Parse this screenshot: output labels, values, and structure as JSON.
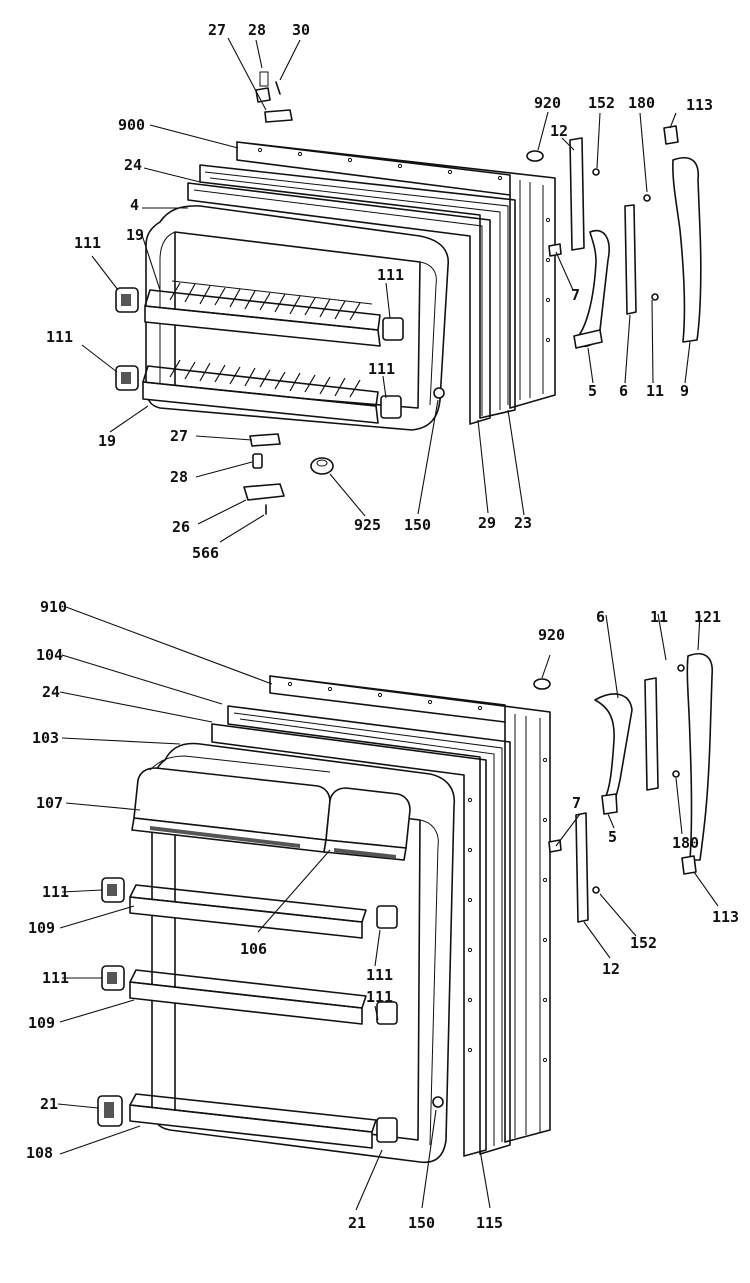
{
  "upper_door": {
    "labels": [
      "27",
      "28",
      "30",
      "900",
      "920",
      "152",
      "180",
      "113",
      "12",
      "24",
      "4",
      "111",
      "19",
      "111",
      "111",
      "111",
      "7",
      "5",
      "6",
      "11",
      "9",
      "19",
      "27",
      "28",
      "26",
      "566",
      "925",
      "150",
      "29",
      "23"
    ]
  },
  "lower_door": {
    "labels": [
      "910",
      "104",
      "24",
      "103",
      "920",
      "6",
      "11",
      "121",
      "107",
      "106",
      "111",
      "109",
      "111",
      "109",
      "21",
      "108",
      "111",
      "111",
      "7",
      "5",
      "180",
      "113",
      "152",
      "12",
      "21",
      "150",
      "115"
    ]
  }
}
